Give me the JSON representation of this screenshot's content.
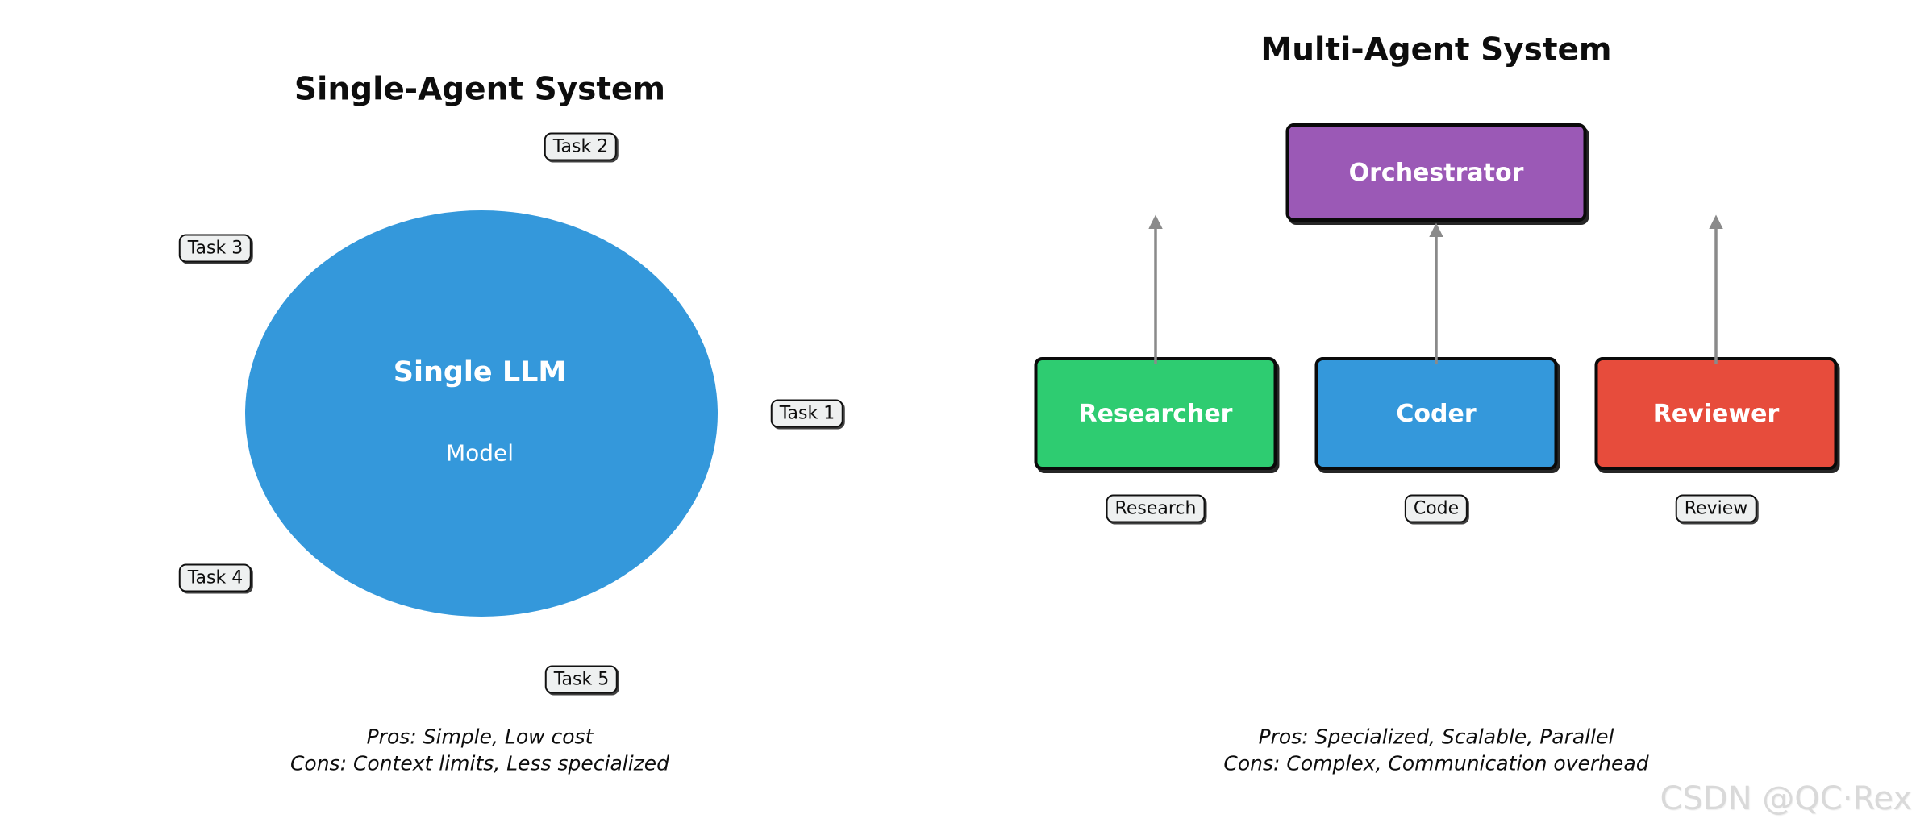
{
  "watermark": "CSDN @QC·Rex",
  "single_agent": {
    "title": "Single-Agent System",
    "ellipse": {
      "label": "Single LLM",
      "sublabel": "Model",
      "color": "#3498db",
      "text_color": "#ffffff"
    },
    "tasks": [
      "Task 1",
      "Task 2",
      "Task 3",
      "Task 4",
      "Task 5"
    ],
    "pros": "Pros: Simple, Low cost",
    "cons": "Cons: Context limits, Less specialized"
  },
  "multi_agent": {
    "title": "Multi-Agent System",
    "orchestrator": {
      "label": "Orchestrator",
      "color": "#9b59b6"
    },
    "agents": [
      {
        "label": "Researcher",
        "task_label": "Research",
        "color": "#2ecc71"
      },
      {
        "label": "Coder",
        "task_label": "Code",
        "color": "#3498db"
      },
      {
        "label": "Reviewer",
        "task_label": "Review",
        "color": "#e74c3c"
      }
    ],
    "arrow_color": "#8a8a8a",
    "pros": "Pros: Specialized, Scalable, Parallel",
    "cons": "Cons: Complex, Communication overhead"
  },
  "palette": {
    "chip_background": "#eef0f0",
    "border_color": "#111111",
    "page_background": "#ffffff",
    "watermark_color": "#d9d9d9"
  }
}
